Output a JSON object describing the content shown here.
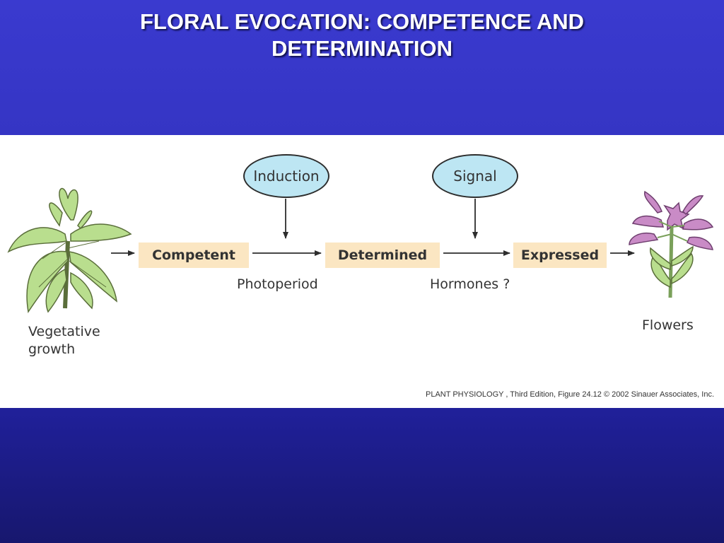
{
  "slide": {
    "title_line1": "FLORAL EVOCATION: COMPETENCE AND",
    "title_line2": "DETERMINATION"
  },
  "diagram": {
    "stages": [
      "Competent",
      "Determined",
      "Expressed"
    ],
    "inputs": [
      "Induction",
      "Signal"
    ],
    "transition_labels": [
      "Photoperiod",
      "Hormones ?"
    ],
    "start_label_line1": "Vegetative",
    "start_label_line2": "growth",
    "end_label": "Flowers"
  },
  "credit": "PLANT PHYSIOLOGY , Third Edition, Figure 24.12  © 2002 Sinauer Associates, Inc.",
  "colors": {
    "box_fill": "#fbe6c2",
    "oval_fill": "#bde6f3",
    "leaf_fill": "#b9de8e",
    "flower_fill": "#c98bc6"
  }
}
